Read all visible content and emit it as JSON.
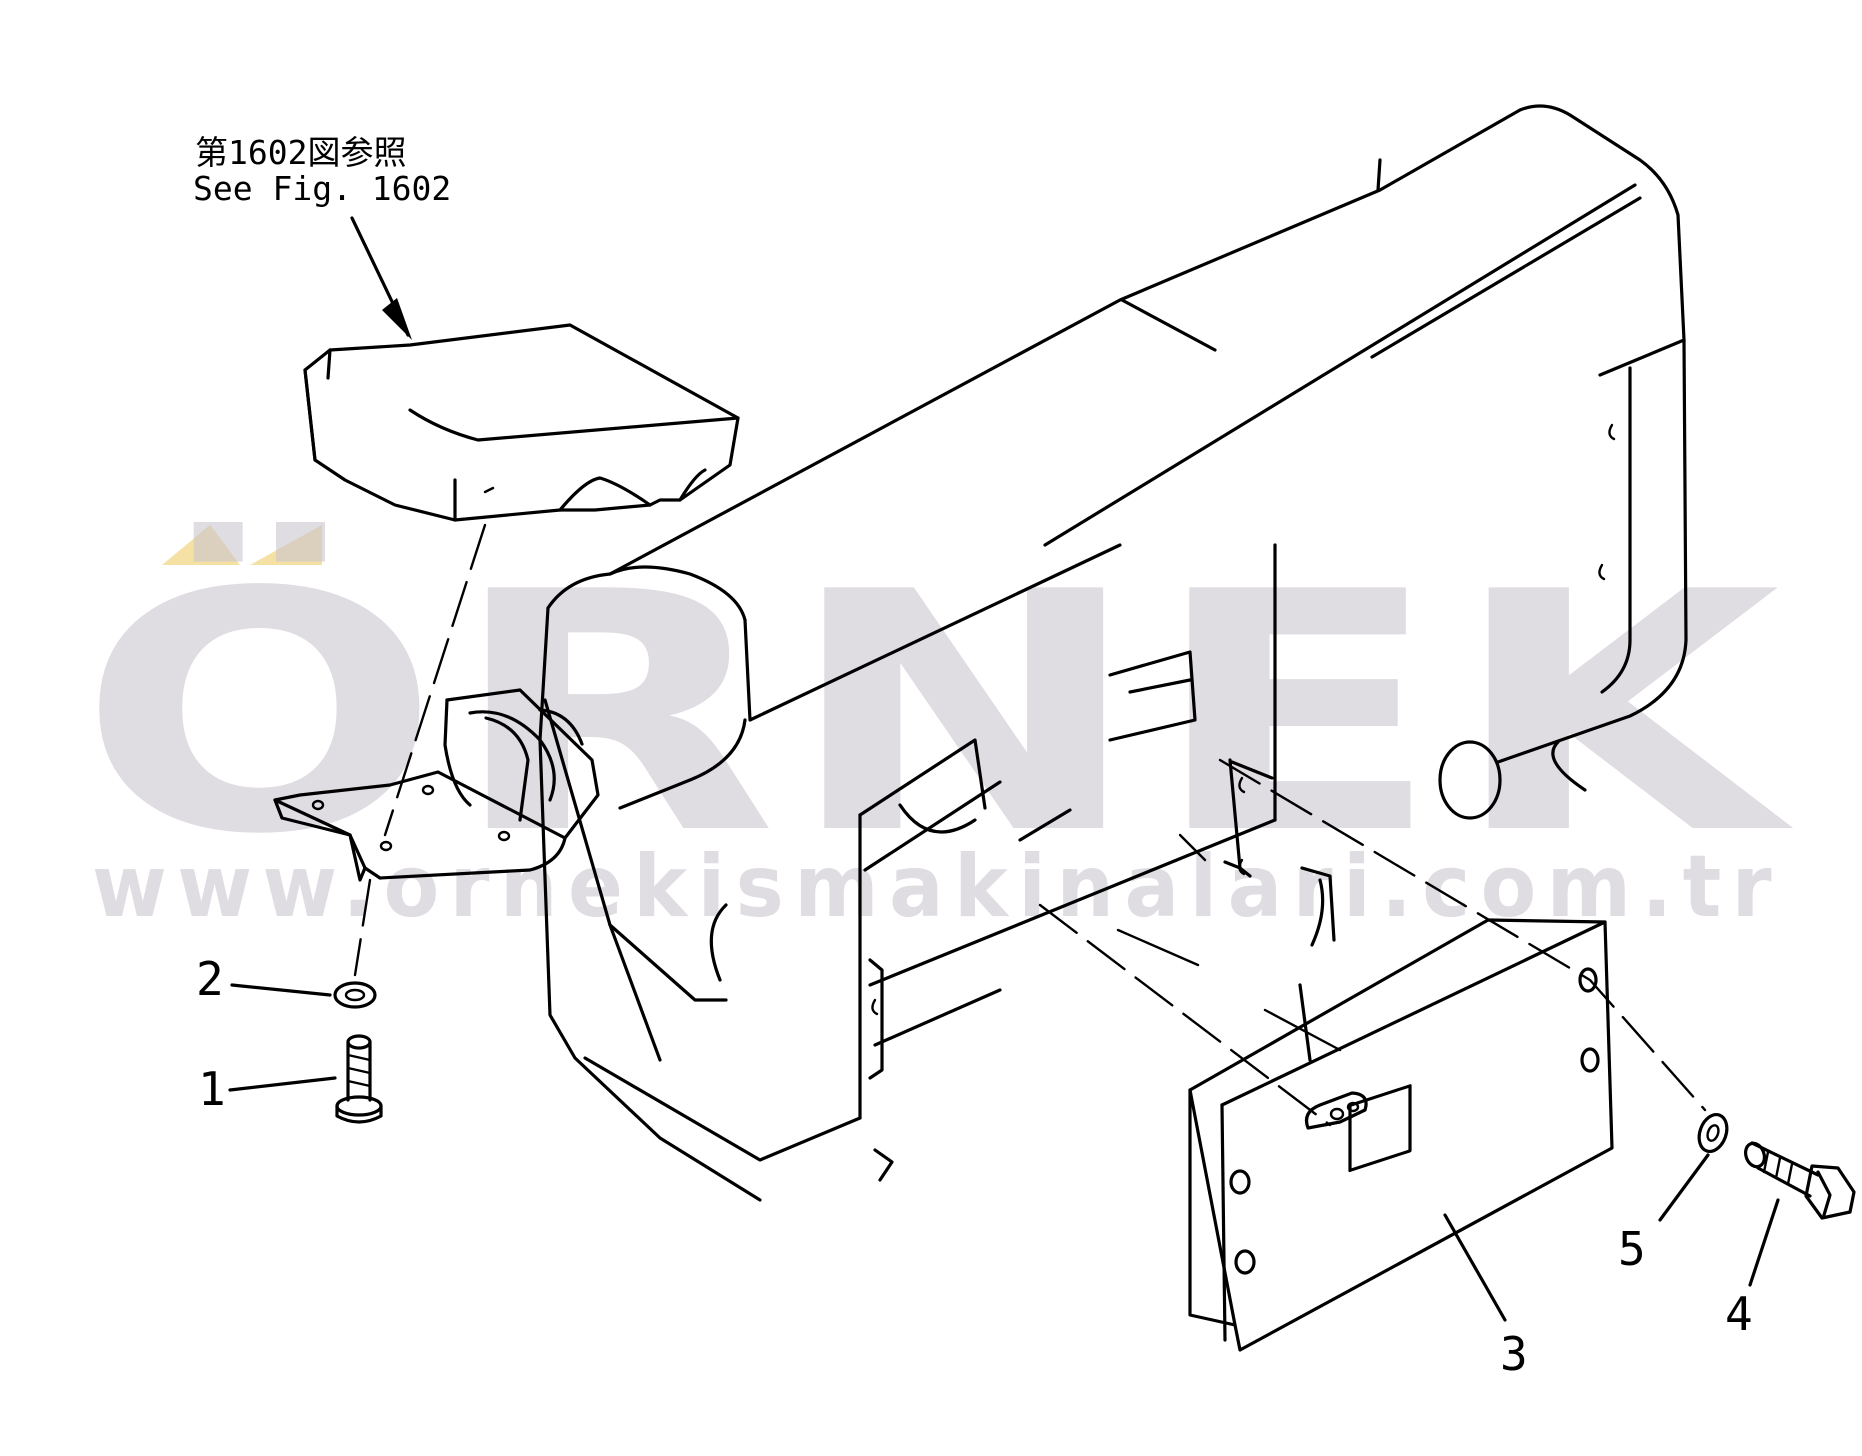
{
  "reference": {
    "japanese": "第1602図参照",
    "english": "See Fig. 1602"
  },
  "callouts": [
    {
      "id": "1",
      "label": "1"
    },
    {
      "id": "2",
      "label": "2"
    },
    {
      "id": "3",
      "label": "3"
    },
    {
      "id": "4",
      "label": "4"
    },
    {
      "id": "5",
      "label": "5"
    }
  ],
  "watermark": {
    "brand": "ÖRNEK",
    "url": "www.ornekismakinalari.com.tr",
    "text_color": "#c9c4cf",
    "accent_color": "#f2d98c"
  }
}
